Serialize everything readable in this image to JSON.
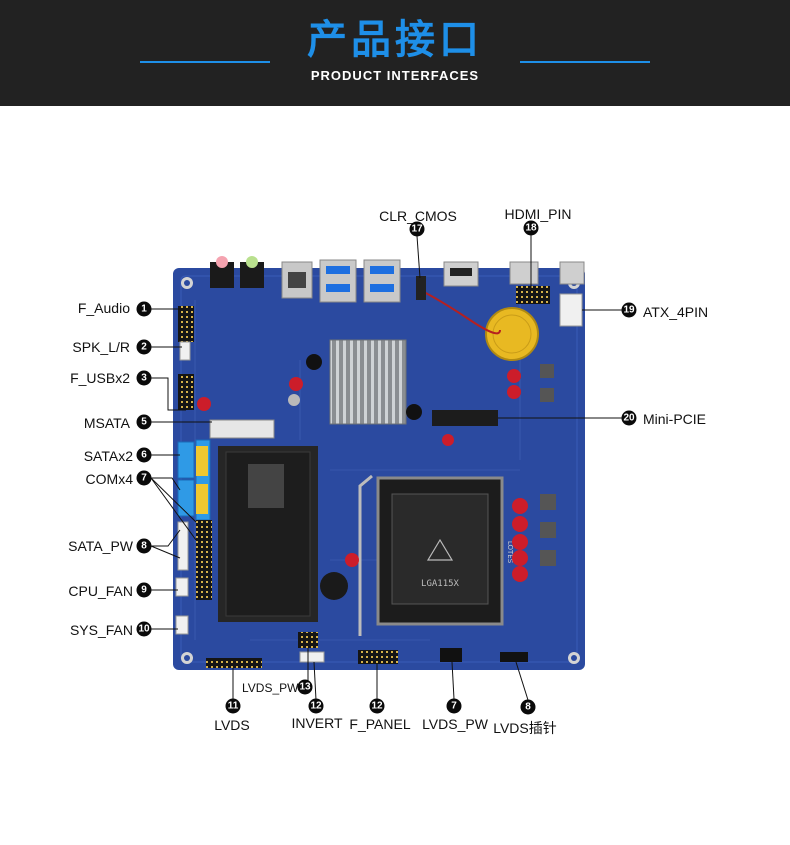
{
  "header": {
    "title": "产品接口",
    "subtitle": "PRODUCT INTERFACES"
  },
  "colors": {
    "header_bg": "#222222",
    "title_blue": "#1e8fe8",
    "board_blue": "#2b4aa0",
    "badge": "#0a0a0a"
  },
  "board": {
    "socket_label": "LGA115X",
    "socket_brand": "LOTES"
  },
  "labels": {
    "f_audio": "F_Audio",
    "spk": "SPK_L/R",
    "f_usb": "F_USBx2",
    "msata": "MSATA",
    "sata": "SATAx2",
    "com": "COMx4",
    "sata_pw": "SATA_PW",
    "cpu_fan": "CPU_FAN",
    "sys_fan": "SYS_FAN",
    "clr_cmos": "CLR_CMOS",
    "hdmi_pin": "HDMI_PIN",
    "atx": "ATX_4PIN",
    "mini_pcie": "Mini-PCIE",
    "lvds": "LVDS",
    "lvds_pw_small": "LVDS_PW",
    "invert": "INVERT",
    "f_panel": "F_PANEL",
    "lvds_pw": "LVDS_PW",
    "lvds_pin": "LVDS插针"
  },
  "badges": {
    "b1": "1",
    "b2": "2",
    "b3": "3",
    "b5": "5",
    "b6": "6",
    "b7a": "7",
    "b8a": "8",
    "b9": "9",
    "b10": "10",
    "b17": "17",
    "b18": "18",
    "b19": "19",
    "b20": "20",
    "b11": "11",
    "b13": "13",
    "b12a": "12",
    "b12b": "12",
    "b7b": "7",
    "b8b": "8"
  }
}
